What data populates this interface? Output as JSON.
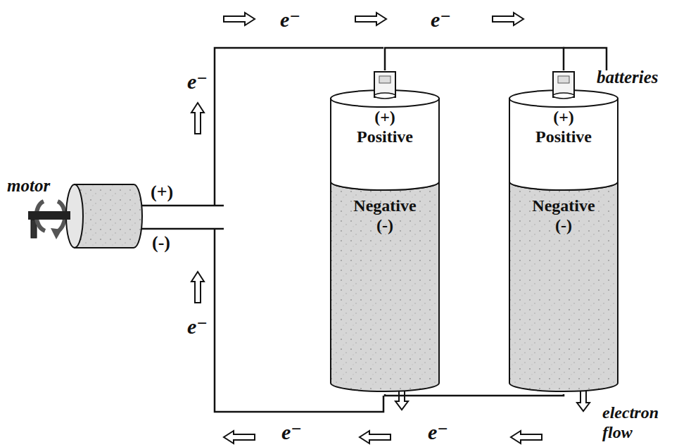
{
  "diagram": {
    "nodes": [
      {
        "text": [
          "(+) Positive",
          "Negative (-)"
        ]
      },
      {
        "text": [
          "(+) Positive",
          "Negative (-)"
        ]
      }
    ],
    "edges": [
      {
        "from": 0,
        "to": 1,
        "arrow": "none"
      },
      {
        "from": 0,
        "to": 1,
        "arrow": "none"
      }
    ],
    "labels": [
      "e⁻",
      "e⁻",
      "batteries",
      "e⁻",
      "motor",
      "(+)",
      "(-)",
      "e⁻",
      "e⁻",
      "e⁻",
      "electron flow"
    ]
  }
}
